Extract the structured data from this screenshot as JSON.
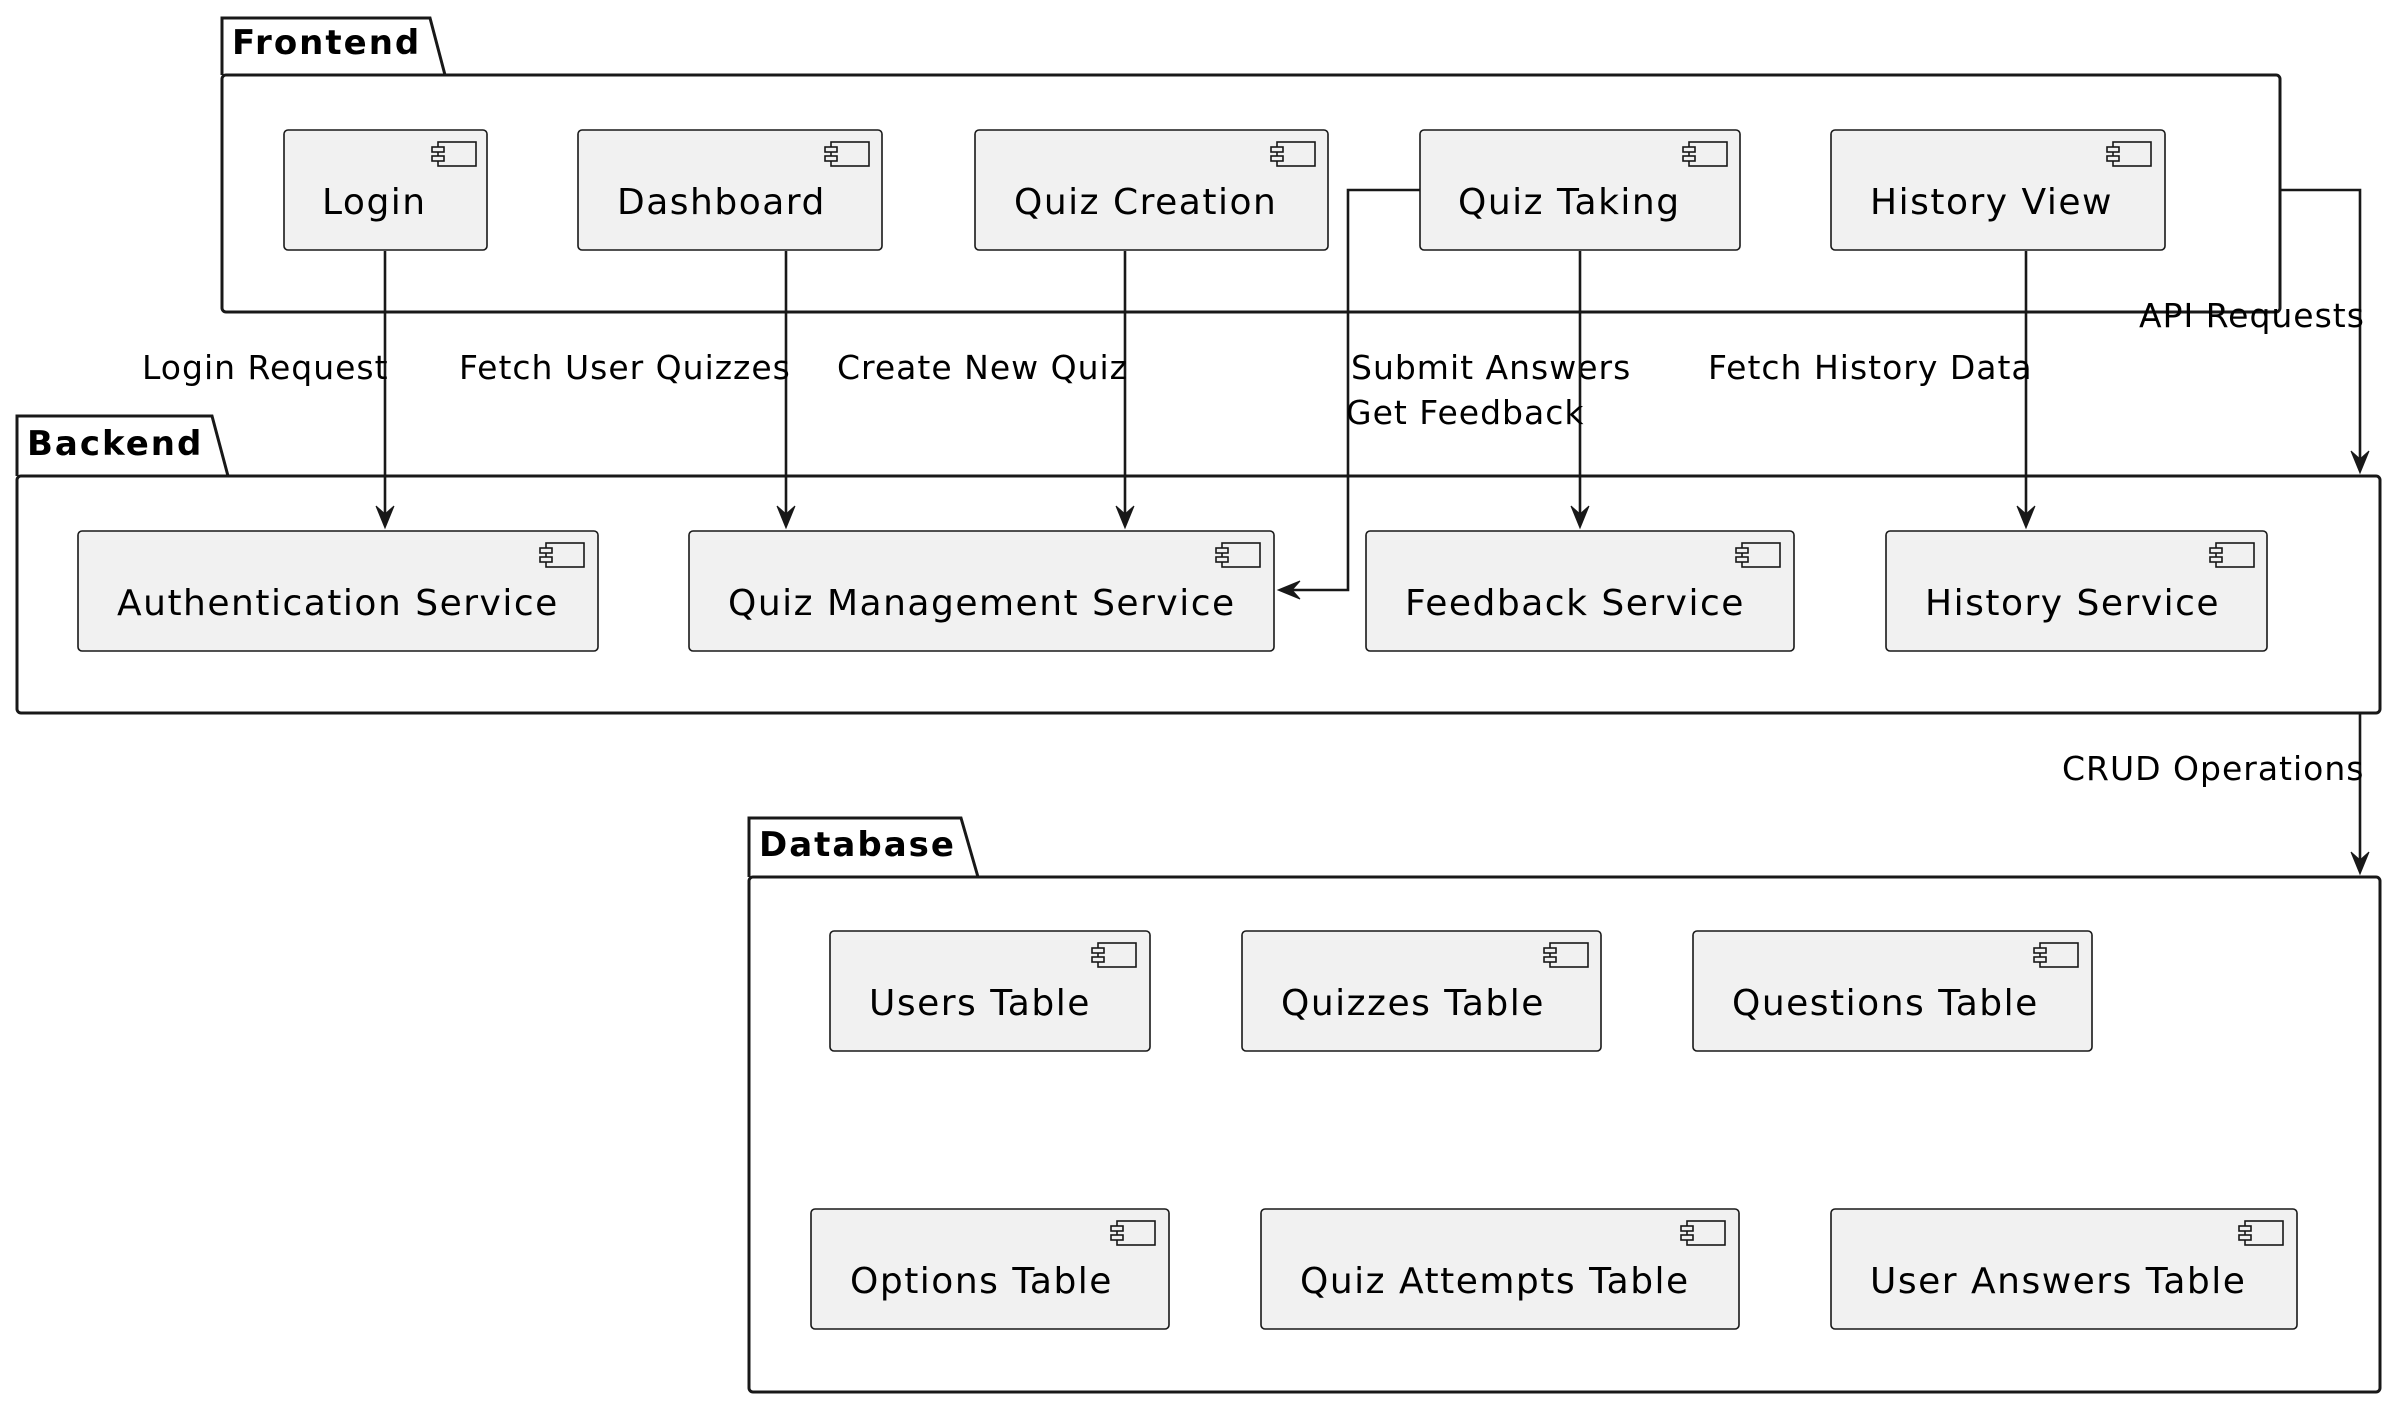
{
  "packages": {
    "frontend": {
      "title": "Frontend",
      "components": {
        "login": "Login",
        "dashboard": "Dashboard",
        "quiz_creation": "Quiz Creation",
        "quiz_taking": "Quiz Taking",
        "history_view": "History View"
      }
    },
    "backend": {
      "title": "Backend",
      "components": {
        "authentication_service": "Authentication Service",
        "quiz_management_service": "Quiz Management Service",
        "feedback_service": "Feedback Service",
        "history_service": "History Service"
      }
    },
    "database": {
      "title": "Database",
      "components": {
        "users_table": "Users Table",
        "quizzes_table": "Quizzes Table",
        "questions_table": "Questions Table",
        "options_table": "Options Table",
        "quiz_attempts_table": "Quiz Attempts Table",
        "user_answers_table": "User Answers Table"
      }
    }
  },
  "edges": {
    "login_request": "Login Request",
    "fetch_user_quizzes": "Fetch User Quizzes",
    "create_new_quiz": "Create New Quiz",
    "submit_answers": "Submit Answers",
    "get_feedback": "Get Feedback",
    "fetch_history_data": "Fetch History Data",
    "api_requests": "API Requests",
    "crud_operations": "CRUD Operations"
  }
}
